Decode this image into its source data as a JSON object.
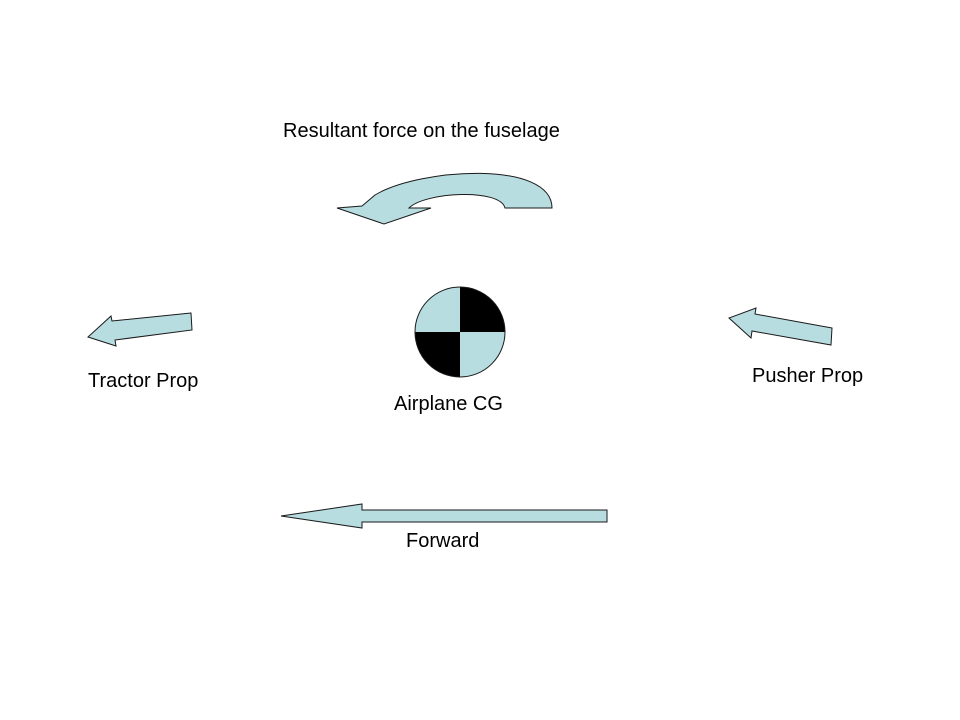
{
  "colors": {
    "fill": "#b7dde1",
    "stroke": "#1a1a1a",
    "dark": "#000000"
  },
  "labels": {
    "resultant": "Resultant force on the fuselage",
    "tractor": "Tractor Prop",
    "pusher": "Pusher Prop",
    "cg": "Airplane CG",
    "forward": "Forward"
  }
}
